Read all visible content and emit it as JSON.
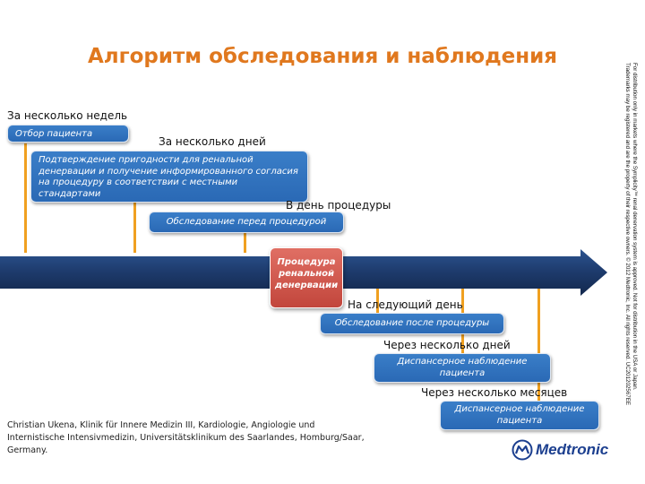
{
  "title": "Алгоритм обследования и наблюдения",
  "timeline": {
    "stages": [
      {
        "time_label": "За несколько недель",
        "box_text": "Отбор пациента"
      },
      {
        "time_label": "За несколько дней",
        "box_text": "Подтверждение пригодности для ренальной денервации и получение информированного согласия на процедуру в соответствии с местными стандартами"
      },
      {
        "time_label": "В день процедуры",
        "box_text": "Обследование перед процедурой"
      },
      {
        "time_label": "",
        "box_text": "Процедура ренальной денервации"
      },
      {
        "time_label": "На следующий день",
        "box_text": "Обследование после процедуры"
      },
      {
        "time_label": "Через несколько дней",
        "box_text": "Диспансерное наблюдение пациента"
      },
      {
        "time_label": "Через несколько месяцев",
        "box_text": "Диспансерное наблюдение пациента"
      }
    ]
  },
  "source": "Christian Ukena, Klinik für Innere Medizin III, Kardiologie, Angiologie und Internistische Intensivmedizin, Universitätsklinikum des Saarlandes, Homburg/Saar, Germany.",
  "disclaimer": {
    "line1": "For distribution only in markets where the Symplicity™ renal denervation system is approved. Not for distribution in the USA or Japan.",
    "line2": "Trademarks may be registered and are the property of their respective owners. © 2012 Medtronic, Inc. All rights reserved. UC201202567EE"
  },
  "logo": {
    "text": "Medtronic"
  },
  "colors": {
    "accent": "#e0781e",
    "box_blue": "#2f72be",
    "procedure_red": "#cf5247",
    "arrow_navy": "#1d3a6b",
    "connector_orange": "#f0a020"
  }
}
